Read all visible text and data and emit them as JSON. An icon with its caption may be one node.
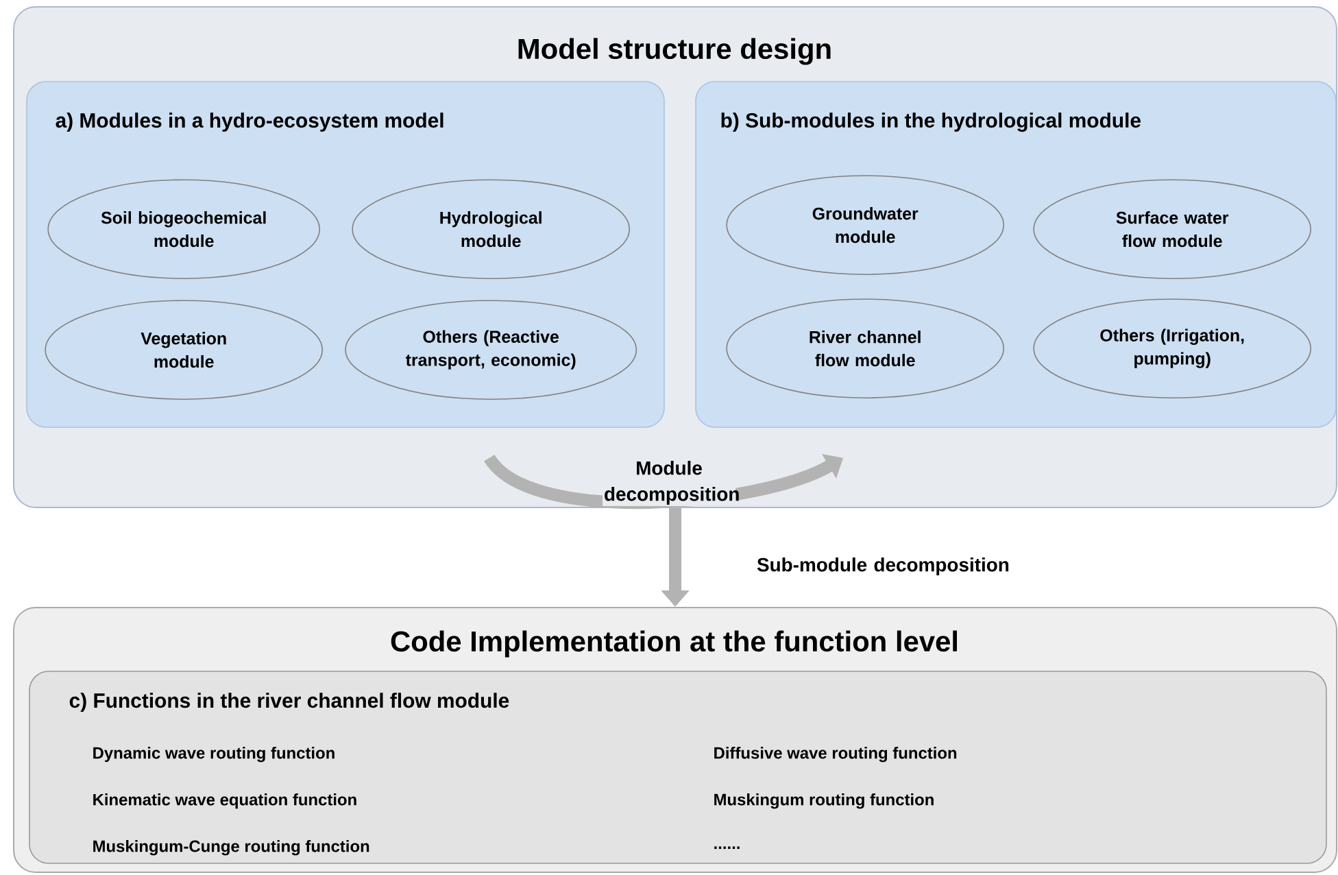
{
  "diagram": {
    "nodes": [
      {
        "text": [
          "Model structure design"
        ]
      },
      {
        "text": [
          "a) Modules in a hydro-ecosystem model"
        ],
        "in": 0
      },
      {
        "text": [
          "Soil biogeochemical module"
        ],
        "in": 1
      },
      {
        "text": [
          "Hydrological module"
        ],
        "in": 1
      },
      {
        "text": [
          "Vegetation module"
        ],
        "in": 1
      },
      {
        "text": [
          "Others (Reactive transport, economic)"
        ],
        "in": 1
      },
      {
        "text": [
          "b) Sub-modules in the hydrological module"
        ],
        "in": 0
      },
      {
        "text": [
          "Groundwater module"
        ],
        "in": 6
      },
      {
        "text": [
          "Surface water flow module"
        ],
        "in": 6
      },
      {
        "text": [
          "River channel flow module"
        ],
        "in": 6
      },
      {
        "text": [
          "Others (Irrigation, pumping)"
        ],
        "in": 6
      },
      {
        "text": [
          "Code Implementation at the function level"
        ]
      },
      {
        "text": [
          "c) Functions in the river channel flow module",
          "Dynamic wave routing function",
          "Diffusive wave routing function",
          "Kinematic wave equation function",
          "Muskingum routing function",
          "Muskingum-Cunge routing function",
          "......"
        ],
        "in": 11
      }
    ],
    "edges": [
      {
        "from": 1,
        "to": 6,
        "arrow": "to",
        "label": "Module decomposition"
      },
      {
        "from": 0,
        "to": 11,
        "arrow": "to",
        "label": "Sub-module decomposition"
      }
    ]
  }
}
